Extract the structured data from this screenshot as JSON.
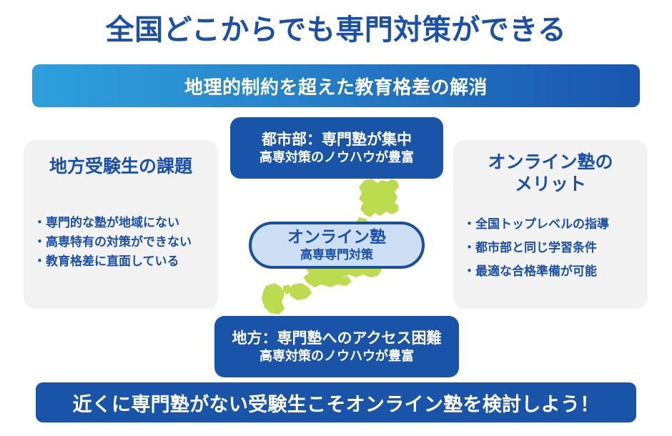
{
  "title": "全国どこからでも専門対策ができる",
  "subtitle_banner": {
    "text": "地理的制約を超えた教育格差の解消",
    "gradient_from": "#2E9FDC",
    "gradient_to": "#1A56AE"
  },
  "left_card": {
    "heading": "地方受験生の課題",
    "bullets": [
      "・専門的な塾が地域にない",
      "・高専特有の対策ができない",
      "・教育格差に直面している"
    ],
    "background": "#F2F2F2",
    "text_color": "#1B50A8"
  },
  "right_card": {
    "heading": "オンライン塾の\nメリット",
    "heading_line1": "オンライン塾の",
    "heading_line2": "メリット",
    "bullets": [
      "・全国トップレベルの指導",
      "・都市部と同じ学習条件",
      "・最適な合格準備が可能"
    ],
    "background": "#F2F2F2",
    "text_color": "#1B50A8"
  },
  "top_callout": {
    "line1": "都市部：専門塾が集中",
    "line2": "高専対策のノウハウが豊富",
    "background": "#1A54A8",
    "text_color": "#FFFFFF"
  },
  "bottom_callout": {
    "line1": "地方：専門塾へのアクセス困難",
    "line2": "高専対策のノウハウが豊富",
    "background": "#1A54A8",
    "text_color": "#FFFFFF"
  },
  "center_badge": {
    "main": "オンライン塾",
    "sub": "高専専門対策",
    "fill": "#CBDEF2",
    "border": "#1A4F9E",
    "text_color": "#1B50A8"
  },
  "map": {
    "name": "japan-map",
    "fill": "#BDDB4E"
  },
  "bottom_banner": {
    "text": "近くに専門塾がない受験生こそオンライン塾を検討しよう！",
    "background": "#1A54A8",
    "text_color": "#FFFFFF"
  }
}
